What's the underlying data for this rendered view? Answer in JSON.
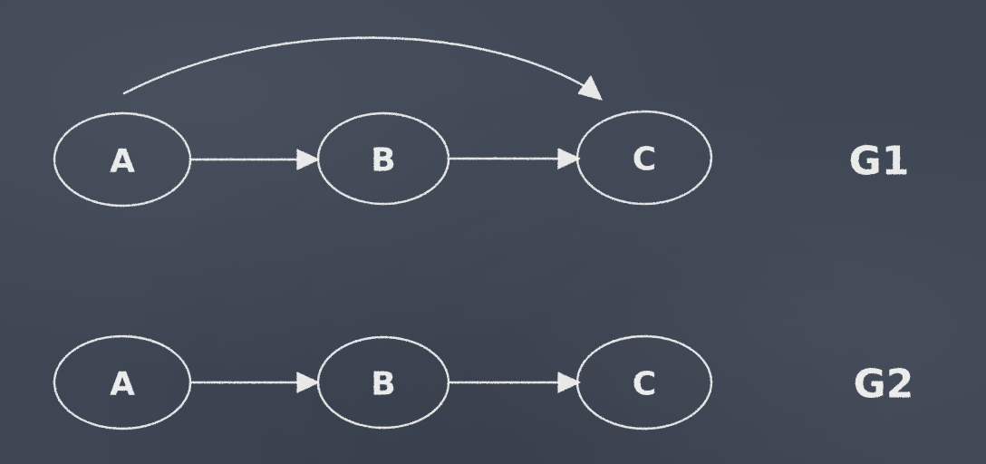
{
  "graphs": [
    {
      "label": "G1",
      "nodes": [
        "A",
        "B",
        "C"
      ],
      "edges": [
        [
          "A",
          "B"
        ],
        [
          "B",
          "C"
        ],
        [
          "A",
          "C"
        ]
      ]
    },
    {
      "label": "G2",
      "nodes": [
        "A",
        "B",
        "C"
      ],
      "edges": [
        [
          "A",
          "B"
        ],
        [
          "B",
          "C"
        ]
      ]
    }
  ],
  "colors": {
    "background": "#3e4654",
    "chalk": "#f2f2f2"
  }
}
